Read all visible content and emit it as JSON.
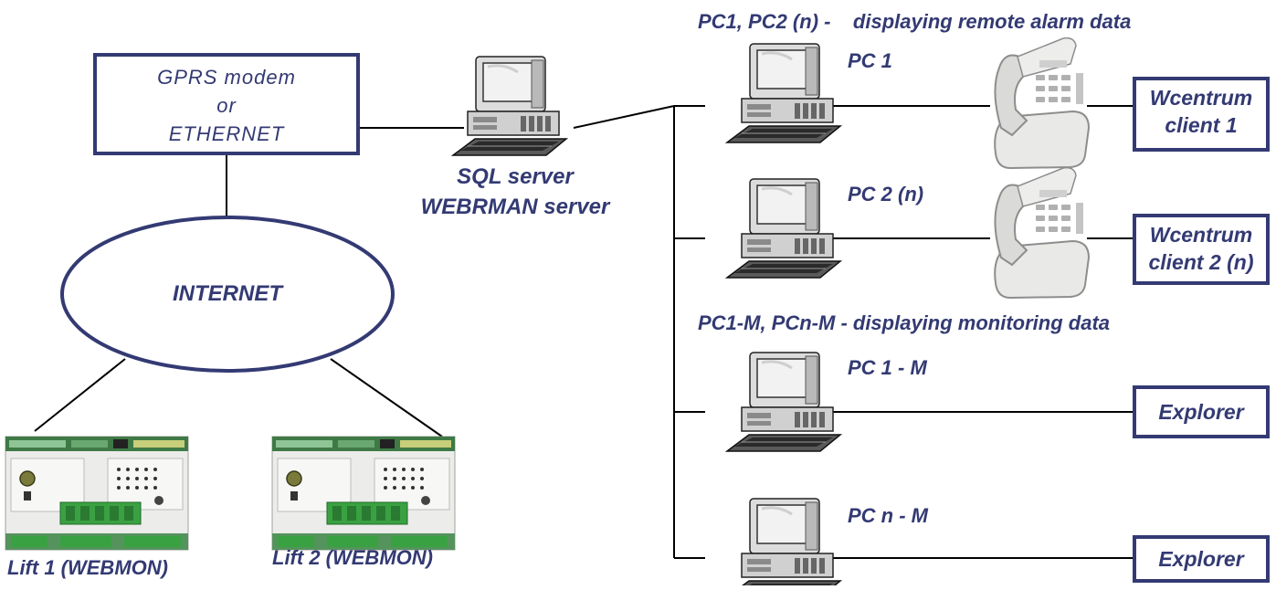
{
  "gateway": {
    "line1": "GPRS modem",
    "line2": "or",
    "line3": "ETHERNET"
  },
  "internet": {
    "label": "INTERNET"
  },
  "server": {
    "line1": "SQL server",
    "line2": "WEBRMAN server"
  },
  "alarm_section": {
    "title": "PC1, PC2 (n) -    displaying remote alarm data"
  },
  "monitoring_section": {
    "title": "PC1-M, PCn-M - displaying monitoring data"
  },
  "pcs": [
    {
      "label": "PC 1"
    },
    {
      "label": "PC 2 (n)"
    },
    {
      "label": "PC 1 - M"
    },
    {
      "label": "PC n - M"
    }
  ],
  "clients": [
    {
      "line1": "Wcentrum",
      "line2": "client 1"
    },
    {
      "line1": "Wcentrum",
      "line2": "client 2 (n)"
    },
    {
      "line1": "Explorer",
      "line2": ""
    },
    {
      "line1": "Explorer",
      "line2": ""
    }
  ],
  "lifts": [
    {
      "label": "Lift 1 (WEBMON)"
    },
    {
      "label": "Lift 2 (WEBMON)"
    }
  ],
  "colors": {
    "accent": "#333a73",
    "line": "#000000",
    "device_green": "#3aa142"
  }
}
